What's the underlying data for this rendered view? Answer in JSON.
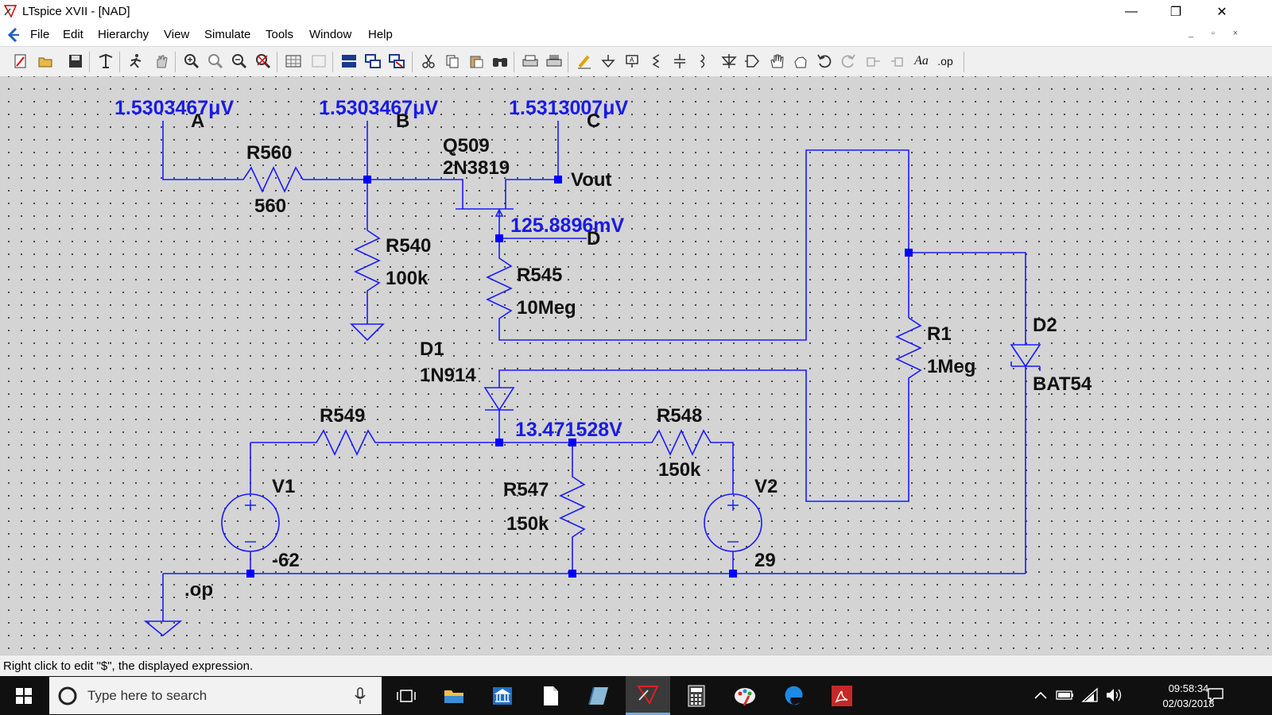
{
  "window": {
    "title": "LTspice XVII - [NAD]",
    "min_glyph": "—",
    "restore_glyph": "❐",
    "close_glyph": "✕"
  },
  "menu": [
    "File",
    "Edit",
    "Hierarchy",
    "View",
    "Simulate",
    "Tools",
    "Window",
    "Help"
  ],
  "mdi_controls": [
    "_",
    "▫",
    "×"
  ],
  "toolbar_icons": [
    "new-schematic-icon",
    "open-icon",
    "save-icon",
    "control-panel-icon",
    "run-icon",
    "halt-icon",
    "zoom-in-icon",
    "zoom-pan-icon",
    "zoom-out-icon",
    "zoom-fit-icon",
    "waveform-icon",
    "waveform-fit-icon",
    "tile-icon",
    "cascade-icon",
    "close-window-icon",
    "cut-icon",
    "copy-icon",
    "paste-icon",
    "find-icon",
    "print-icon",
    "print-preview-icon",
    "draw-wire-icon",
    "ground-icon",
    "label-net-icon",
    "resistor-icon",
    "capacitor-icon",
    "inductor-icon",
    "diode-icon",
    "component-icon",
    "move-icon",
    "drag-icon",
    "undo-icon",
    "redo-icon",
    "rotate-icon",
    "mirror-icon",
    "text-icon",
    "spice-directive-icon"
  ],
  "toolbar_text": {
    "text_tool": "Aa",
    "spice_tool": ".op"
  },
  "schematic": {
    "colors": {
      "wire": "#1a1aff",
      "voltage_label": "#1a1ae6",
      "text": "#111111",
      "junction": "#0000ff"
    },
    "voltages": {
      "A": "1.5303467μV",
      "B": "1.5303467μV",
      "C": "1.5313007μV",
      "D": "125.8896mV",
      "mid": "13.471528V"
    },
    "nets": {
      "A": "A",
      "B": "B",
      "C": "C",
      "D": "D",
      "vout": "Vout"
    },
    "components": {
      "R560": {
        "name": "R560",
        "value": "560"
      },
      "R540": {
        "name": "R540",
        "value": "100k"
      },
      "R545": {
        "name": "R545",
        "value": "10Meg"
      },
      "Q509": {
        "name": "Q509",
        "value": "2N3819"
      },
      "D1": {
        "name": "D1",
        "value": "1N914"
      },
      "R549": {
        "name": "R549",
        "value": ""
      },
      "R547": {
        "name": "R547",
        "value": "150k"
      },
      "R548": {
        "name": "R548",
        "value": "150k"
      },
      "V1": {
        "name": "V1",
        "value": "-62"
      },
      "V2": {
        "name": "V2",
        "value": "29"
      },
      "R1": {
        "name": "R1",
        "value": "1Meg"
      },
      "D2": {
        "name": "D2",
        "value": "BAT54"
      }
    },
    "directive": ".op"
  },
  "status": {
    "text": "Right click to edit \"$\", the displayed expression."
  },
  "taskbar": {
    "search_placeholder": "Type here to search",
    "time": "09:58:34",
    "date": "02/03/2018",
    "apps": [
      "file-explorer-icon",
      "bank-icon",
      "document-icon",
      "book-icon",
      "ltspice-icon",
      "calculator-icon",
      "paint-icon",
      "edge-icon",
      "acrobat-icon"
    ]
  }
}
